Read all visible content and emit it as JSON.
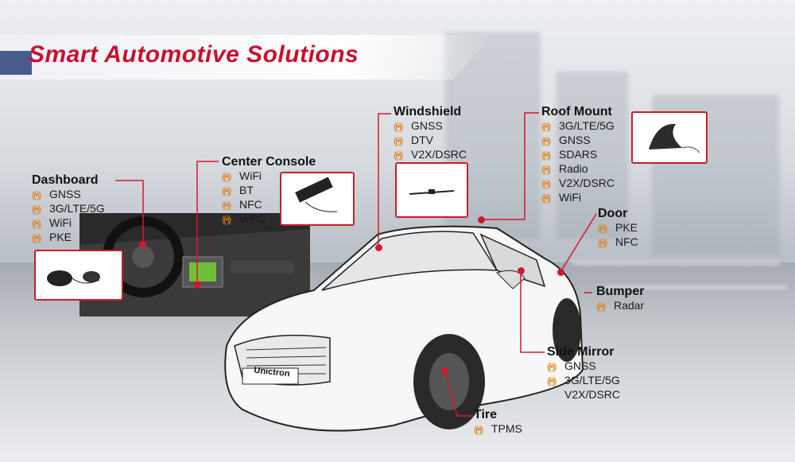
{
  "title": "Smart Automotive Solutions",
  "brand": "Unictron",
  "colors": {
    "title": "#c8102e",
    "leader_lines": "#d11a2a",
    "signal_icon": "#e07a10"
  },
  "icon": "radio-signal-icon",
  "sections": {
    "dashboard": {
      "heading": "Dashboard",
      "items": [
        "GNSS",
        "3G/LTE/5G",
        "WiFi",
        "PKE"
      ]
    },
    "center_console": {
      "heading": "Center Console",
      "items": [
        "WiFi",
        "BT",
        "NFC",
        "WPC"
      ]
    },
    "windshield": {
      "heading": "Windshield",
      "items": [
        "GNSS",
        "DTV",
        "V2X/DSRC"
      ]
    },
    "roof_mount": {
      "heading": "Roof Mount",
      "items": [
        "3G/LTE/5G",
        "GNSS",
        "SDARS",
        "Radio",
        "V2X/DSRC",
        "WiFi"
      ]
    },
    "door": {
      "heading": "Door",
      "items": [
        "PKE",
        "NFC"
      ]
    },
    "bumper": {
      "heading": "Bumper",
      "items": [
        "Radar"
      ]
    },
    "side_mirror": {
      "heading": "Side Mirror",
      "items": [
        "GNSS",
        "3G/LTE/5G",
        "V2X/DSRC"
      ]
    },
    "tire": {
      "heading": "Tire",
      "items": [
        "TPMS"
      ]
    }
  }
}
